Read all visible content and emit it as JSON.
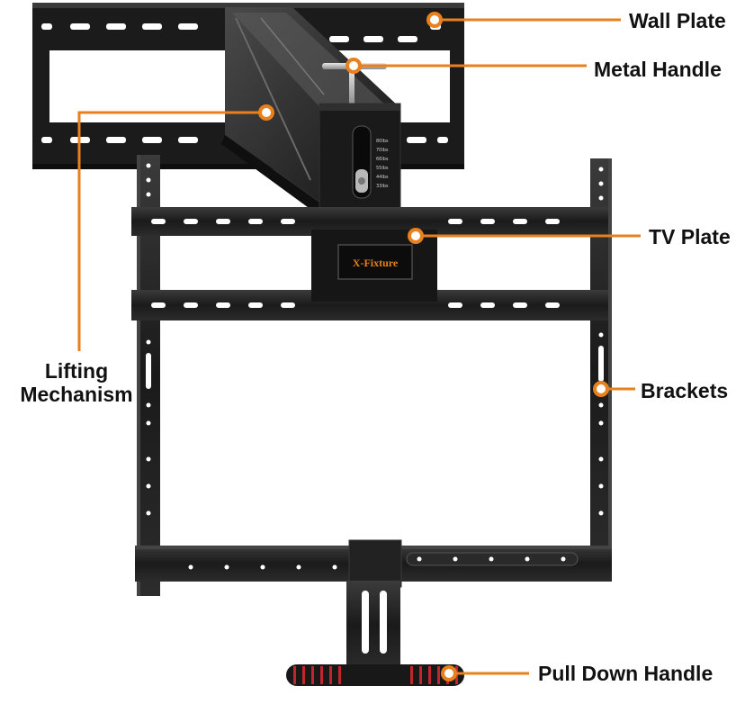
{
  "product": {
    "brand_plate_text": "X-Fixture",
    "scale_marks": [
      "80lbs",
      "70lbs",
      "66lbs",
      "55lbs",
      "44lbs",
      "33lbs"
    ]
  },
  "callouts": {
    "wall_plate": "Wall Plate",
    "metal_handle": "Metal Handle",
    "tv_plate": "TV Plate",
    "brackets": "Brackets",
    "lifting_line1": "Lifting",
    "lifting_line2": "Mechanism",
    "pull_down_handle": "Pull Down Handle"
  },
  "colors": {
    "accent": "#E8801E",
    "metal": "#1c1c1c",
    "metal_edge": "#3a3a3a",
    "handle_grip": "#c0262b",
    "label_text": "#111111"
  }
}
